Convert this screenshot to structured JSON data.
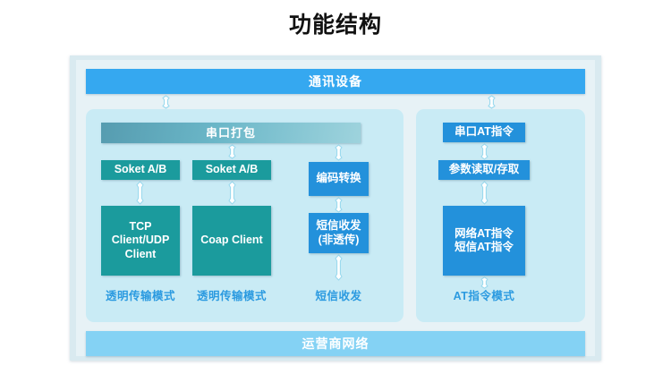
{
  "page": {
    "title": "功能结构"
  },
  "diagram": {
    "top_band": {
      "label": "通讯设备"
    },
    "bottom_band": {
      "label": "运营商网络"
    },
    "left_panel": {
      "header": {
        "label": "串口打包"
      },
      "boxes": [
        {
          "id": "soket-a",
          "label": "Soket A/B",
          "color": "#1b9b9d"
        },
        {
          "id": "soket-b",
          "label": "Soket A/B",
          "color": "#1b9b9d"
        },
        {
          "id": "encode",
          "label": "编码转换",
          "color": "#2391db"
        },
        {
          "id": "tcp-client",
          "label": "TCP\nClient/UDP\nClient",
          "color": "#1b9b9d"
        },
        {
          "id": "coap-client",
          "label": "Coap Client",
          "color": "#1b9b9d"
        },
        {
          "id": "sms",
          "label": "短信收发\n(非透传)",
          "color": "#2391db"
        }
      ],
      "footnotes": [
        {
          "id": "foot-tcp",
          "label": "透明传输模式"
        },
        {
          "id": "foot-coap",
          "label": "透明传输模式"
        },
        {
          "id": "foot-sms",
          "label": "短信收发"
        }
      ]
    },
    "right_panel": {
      "boxes": [
        {
          "id": "at-serial",
          "label": "串口AT指令",
          "color": "#2391db"
        },
        {
          "id": "at-param",
          "label": "参数读取/存取",
          "color": "#2391db"
        },
        {
          "id": "at-net",
          "label": "网络AT指令\n短信AT指令",
          "color": "#2391db"
        }
      ],
      "footnotes": [
        {
          "id": "foot-at",
          "label": "AT指令模式"
        }
      ]
    },
    "connectors": [
      {
        "id": "conn-top-left",
        "from": "top_band",
        "to": "left_panel"
      },
      {
        "id": "conn-top-right",
        "from": "top_band",
        "to": "right_panel"
      },
      {
        "id": "conn-pack-soket-b",
        "from": "串口打包",
        "to": "Soket A/B"
      },
      {
        "id": "conn-pack-encode",
        "from": "串口打包",
        "to": "编码转换"
      },
      {
        "id": "conn-soket-a-tcp",
        "from": "Soket A/B",
        "to": "TCP Client/UDP Client"
      },
      {
        "id": "conn-soket-b-coap",
        "from": "Soket A/B",
        "to": "Coap Client"
      },
      {
        "id": "conn-encode-sms",
        "from": "编码转换",
        "to": "短信收发(非透传)"
      },
      {
        "id": "conn-sms-foot",
        "from": "短信收发(非透传)",
        "to": "短信收发"
      },
      {
        "id": "conn-at-serial-param",
        "from": "串口AT指令",
        "to": "参数读取/存取"
      },
      {
        "id": "conn-at-param-net",
        "from": "参数读取/存取",
        "to": "网络AT指令"
      },
      {
        "id": "conn-at-net-foot",
        "from": "网络AT指令",
        "to": "AT指令模式"
      }
    ]
  },
  "colors": {
    "accent_blue": "#35a8f0",
    "band_bottom_blue": "#84d2f4",
    "teal": "#1b9b9d",
    "box_blue": "#2391db",
    "panel_fill": "#c9ebf5",
    "frame_fill": "#e7f2f6",
    "label_text": "#2b9ae0"
  }
}
